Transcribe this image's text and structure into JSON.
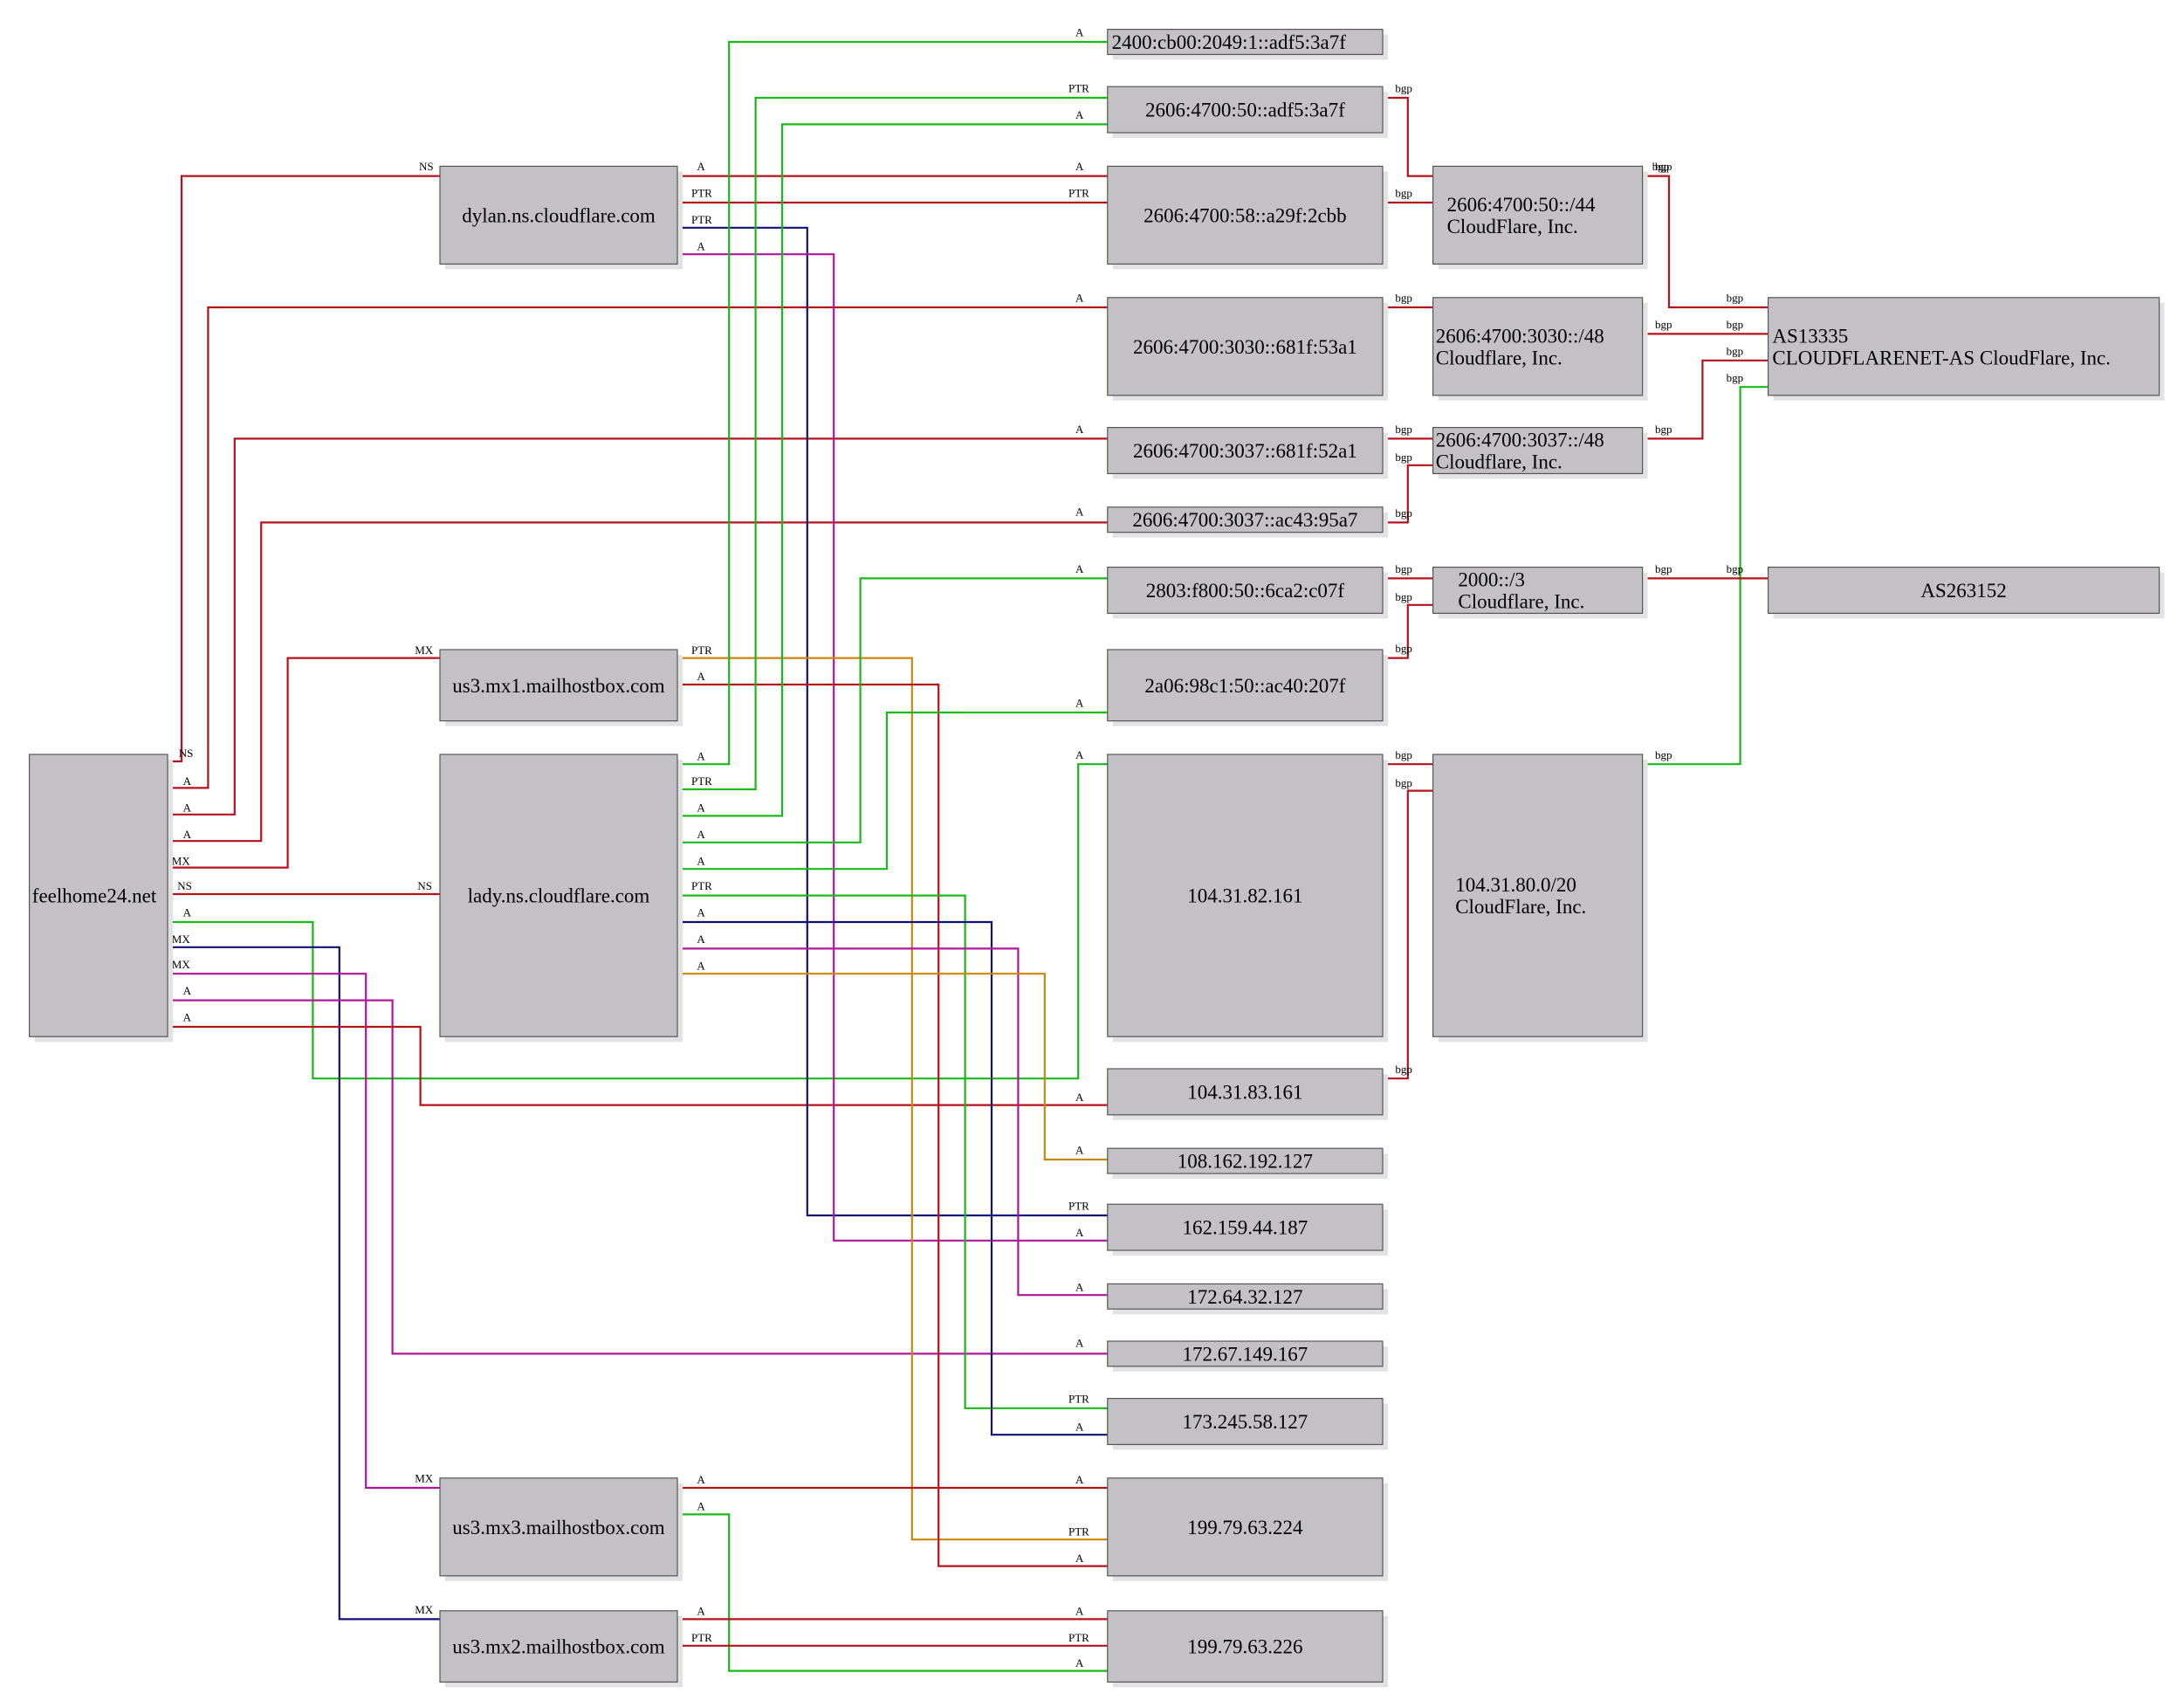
{
  "colors": {
    "red": "#b5121b",
    "green": "#19b819",
    "navy": "#101078",
    "magenta": "#b0169b",
    "orange": "#c9870c"
  },
  "nodes": [
    {
      "id": "feelhome",
      "lines": [
        "feelhome24.net"
      ]
    },
    {
      "id": "dylan",
      "lines": [
        "dylan.ns.cloudflare.com"
      ]
    },
    {
      "id": "mx1",
      "lines": [
        "us3.mx1.mailhostbox.com"
      ]
    },
    {
      "id": "lady",
      "lines": [
        "lady.ns.cloudflare.com"
      ]
    },
    {
      "id": "mx3",
      "lines": [
        "us3.mx3.mailhostbox.com"
      ]
    },
    {
      "id": "mx2",
      "lines": [
        "us3.mx2.mailhostbox.com"
      ]
    },
    {
      "id": "ip_2400",
      "lines": [
        "2400:cb00:2049:1::adf5:3a7f"
      ]
    },
    {
      "id": "ip_2606_50",
      "lines": [
        "2606:4700:50::adf5:3a7f"
      ]
    },
    {
      "id": "ip_2606_58",
      "lines": [
        "2606:4700:58::a29f:2cbb"
      ]
    },
    {
      "id": "ip_3030",
      "lines": [
        "2606:4700:3030::681f:53a1"
      ]
    },
    {
      "id": "ip_3037a",
      "lines": [
        "2606:4700:3037::681f:52a1"
      ]
    },
    {
      "id": "ip_3037b",
      "lines": [
        "2606:4700:3037::ac43:95a7"
      ]
    },
    {
      "id": "ip_2803",
      "lines": [
        "2803:f800:50::6ca2:c07f"
      ]
    },
    {
      "id": "ip_2a06",
      "lines": [
        "2a06:98c1:50::ac40:207f"
      ]
    },
    {
      "id": "ip_104_82",
      "lines": [
        "104.31.82.161"
      ]
    },
    {
      "id": "ip_104_83",
      "lines": [
        "104.31.83.161"
      ]
    },
    {
      "id": "ip_108",
      "lines": [
        "108.162.192.127"
      ]
    },
    {
      "id": "ip_162",
      "lines": [
        "162.159.44.187"
      ]
    },
    {
      "id": "ip_172_64",
      "lines": [
        "172.64.32.127"
      ]
    },
    {
      "id": "ip_172_67",
      "lines": [
        "172.67.149.167"
      ]
    },
    {
      "id": "ip_173",
      "lines": [
        "173.245.58.127"
      ]
    },
    {
      "id": "ip_199_224",
      "lines": [
        "199.79.63.224"
      ]
    },
    {
      "id": "ip_199_226",
      "lines": [
        "199.79.63.226"
      ]
    },
    {
      "id": "pfx_50",
      "lines": [
        "2606:4700:50::/44",
        "CloudFlare, Inc."
      ]
    },
    {
      "id": "pfx_3030",
      "lines": [
        "2606:4700:3030::/48",
        "Cloudflare, Inc."
      ]
    },
    {
      "id": "pfx_3037",
      "lines": [
        "2606:4700:3037::/48",
        "Cloudflare, Inc."
      ]
    },
    {
      "id": "pfx_2000",
      "lines": [
        "2000::/3",
        "Cloudflare, Inc."
      ]
    },
    {
      "id": "pfx_104",
      "lines": [
        "104.31.80.0/20",
        "CloudFlare, Inc."
      ]
    },
    {
      "id": "as13335",
      "lines": [
        "AS13335",
        "CLOUDFLARENET-AS CloudFlare, Inc."
      ]
    },
    {
      "id": "as263152",
      "lines": [
        "AS263152"
      ]
    }
  ],
  "edges": [
    {
      "from": "feelhome",
      "to": "dylan",
      "type": "NS",
      "color": "red"
    },
    {
      "from": "feelhome",
      "to": "ip_3030",
      "type": "A",
      "color": "red"
    },
    {
      "from": "feelhome",
      "to": "ip_3037a",
      "type": "A",
      "color": "red"
    },
    {
      "from": "feelhome",
      "to": "ip_3037b",
      "type": "A",
      "color": "red"
    },
    {
      "from": "feelhome",
      "to": "mx1",
      "type": "MX",
      "color": "red"
    },
    {
      "from": "feelhome",
      "to": "lady",
      "type": "NS",
      "color": "red"
    },
    {
      "from": "feelhome",
      "to": "ip_104_82",
      "type": "A",
      "color": "green"
    },
    {
      "from": "feelhome",
      "to": "mx2",
      "type": "MX",
      "color": "navy"
    },
    {
      "from": "feelhome",
      "to": "mx3",
      "type": "MX",
      "color": "magenta"
    },
    {
      "from": "feelhome",
      "to": "ip_172_67",
      "type": "A",
      "color": "magenta"
    },
    {
      "from": "feelhome",
      "to": "ip_104_83",
      "type": "A",
      "color": "red"
    },
    {
      "from": "dylan",
      "to": "ip_2606_58",
      "type": "A",
      "color": "red"
    },
    {
      "from": "dylan",
      "to": "ip_2606_58",
      "type": "PTR",
      "color": "red"
    },
    {
      "from": "dylan",
      "to": "ip_162",
      "type": "PTR",
      "color": "navy"
    },
    {
      "from": "dylan",
      "to": "ip_162",
      "type": "A",
      "color": "magenta"
    },
    {
      "from": "mx1",
      "to": "ip_199_224",
      "type": "PTR",
      "color": "orange"
    },
    {
      "from": "mx1",
      "to": "ip_199_224",
      "type": "A",
      "color": "red"
    },
    {
      "from": "lady",
      "to": "ip_2400",
      "type": "A",
      "color": "green"
    },
    {
      "from": "lady",
      "to": "ip_2606_50",
      "type": "PTR",
      "color": "green"
    },
    {
      "from": "lady",
      "to": "ip_2606_50",
      "type": "A",
      "color": "green"
    },
    {
      "from": "lady",
      "to": "ip_2803",
      "type": "A",
      "color": "green"
    },
    {
      "from": "lady",
      "to": "ip_2a06",
      "type": "A",
      "color": "green"
    },
    {
      "from": "lady",
      "to": "ip_173",
      "type": "PTR",
      "color": "green"
    },
    {
      "from": "lady",
      "to": "ip_173",
      "type": "A",
      "color": "navy"
    },
    {
      "from": "lady",
      "to": "ip_172_64",
      "type": "A",
      "color": "magenta"
    },
    {
      "from": "lady",
      "to": "ip_108",
      "type": "A",
      "color": "orange"
    },
    {
      "from": "mx3",
      "to": "ip_199_224",
      "type": "A",
      "color": "red"
    },
    {
      "from": "mx3",
      "to": "ip_199_226",
      "type": "A",
      "color": "green"
    },
    {
      "from": "mx2",
      "to": "ip_199_226",
      "type": "A",
      "color": "red"
    },
    {
      "from": "mx2",
      "to": "ip_199_226",
      "type": "PTR",
      "color": "red"
    },
    {
      "from": "ip_2606_50",
      "to": "pfx_50",
      "type": "bgp",
      "color": "red"
    },
    {
      "from": "ip_2606_58",
      "to": "pfx_50",
      "type": "bgp",
      "color": "red"
    },
    {
      "from": "ip_3030",
      "to": "pfx_3030",
      "type": "bgp",
      "color": "red"
    },
    {
      "from": "ip_3037a",
      "to": "pfx_3037",
      "type": "bgp",
      "color": "red"
    },
    {
      "from": "ip_3037b",
      "to": "pfx_3037",
      "type": "bgp",
      "color": "red"
    },
    {
      "from": "ip_2803",
      "to": "pfx_2000",
      "type": "bgp",
      "color": "red"
    },
    {
      "from": "ip_2a06",
      "to": "pfx_2000",
      "type": "bgp",
      "color": "red"
    },
    {
      "from": "ip_104_82",
      "to": "pfx_104",
      "type": "bgp",
      "color": "red"
    },
    {
      "from": "ip_104_83",
      "to": "pfx_104",
      "type": "bgp",
      "color": "red"
    },
    {
      "from": "pfx_50",
      "to": "as13335",
      "type": "bgp",
      "color": "red"
    },
    {
      "from": "pfx_3030",
      "to": "as13335",
      "type": "bgp",
      "color": "red"
    },
    {
      "from": "pfx_3037",
      "to": "as13335",
      "type": "bgp",
      "color": "red"
    },
    {
      "from": "pfx_104",
      "to": "as13335",
      "type": "bgp",
      "color": "green"
    },
    {
      "from": "pfx_2000",
      "to": "as263152",
      "type": "bgp",
      "color": "red"
    }
  ]
}
